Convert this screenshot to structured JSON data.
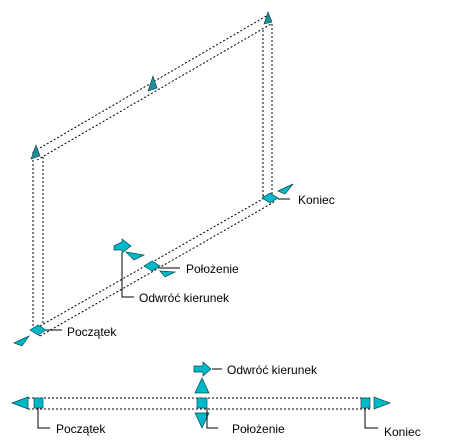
{
  "labels": {
    "iso_end": "Koniec",
    "iso_position": "Położenie",
    "iso_flip": "Odwróć kierunek",
    "iso_start": "Początek",
    "flat_flip": "Odwróć kierunek",
    "flat_start": "Początek",
    "flat_position": "Położenie",
    "flat_end": "Koniec"
  },
  "colors": {
    "grip_fill": "#00b8c8",
    "grip_dark": "#1f8f99",
    "outline": "#000000"
  }
}
